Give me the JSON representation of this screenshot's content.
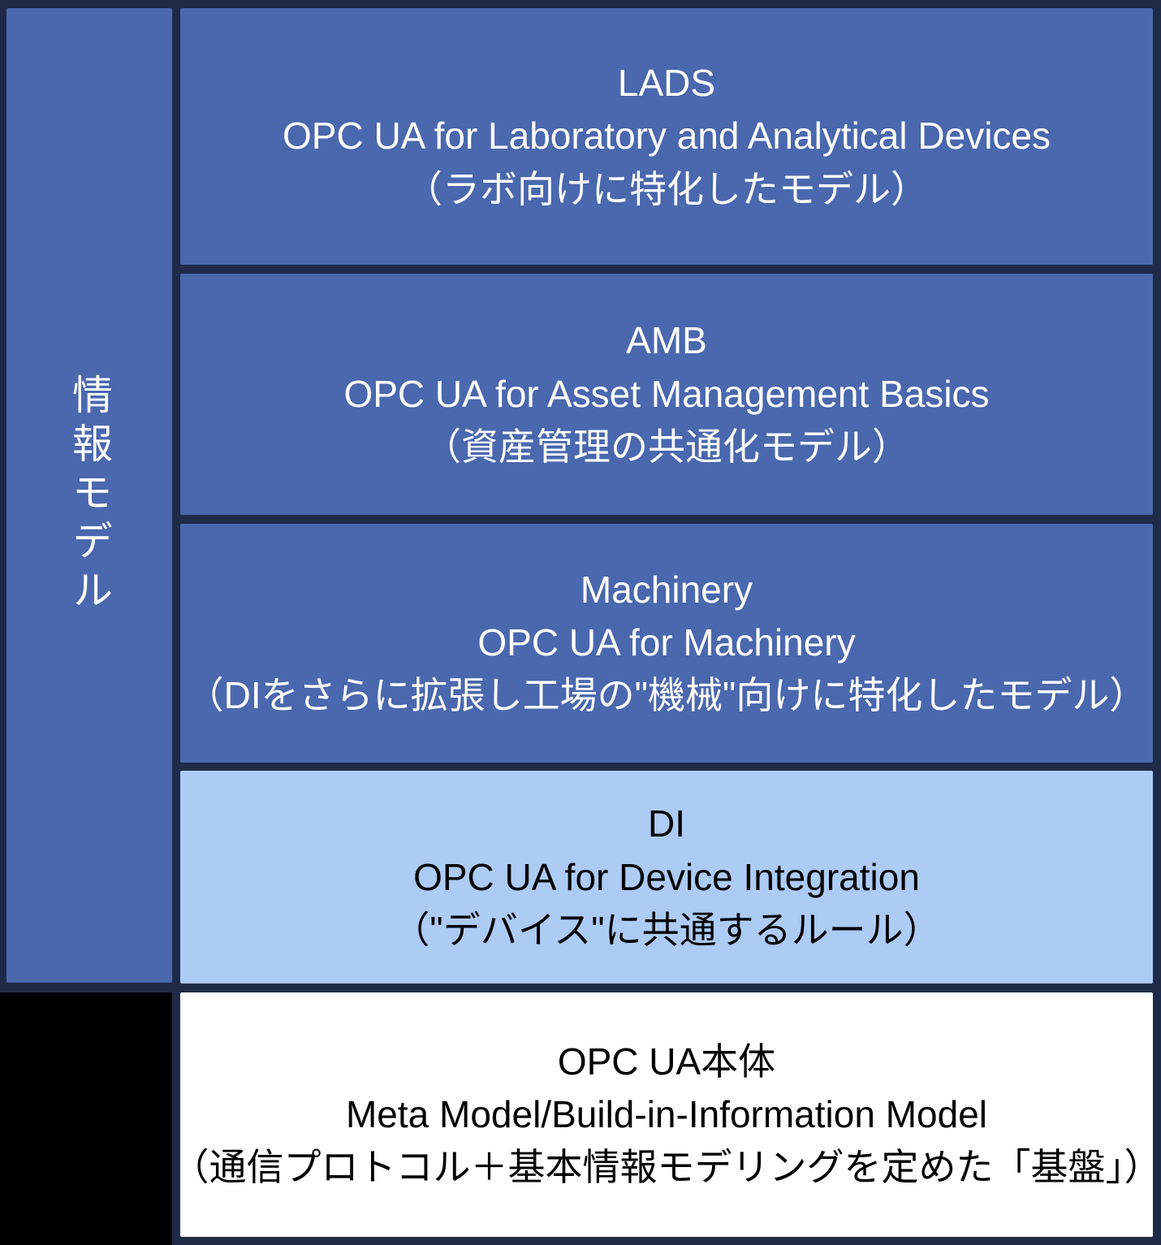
{
  "colors": {
    "canvas_background": "#000000",
    "border_navy": "#1e2a47",
    "layer_blue": "#4a68ae",
    "layer_light_blue": "#accbf5",
    "layer_white": "#ffffff",
    "text_light": "#ffffff",
    "text_dark": "#000000"
  },
  "sidebar": {
    "label": "情報モデル",
    "bg": "#4a68ae",
    "fg": "#ffffff"
  },
  "layers": [
    {
      "id": "lads",
      "title": "LADS",
      "subtitle": "OPC UA for Laboratory and Analytical Devices",
      "note": "（ラボ向けに特化したモデル）",
      "bg": "#4a68ae",
      "fg": "#ffffff"
    },
    {
      "id": "amb",
      "title": "AMB",
      "subtitle": "OPC UA for Asset Management Basics",
      "note": "（資産管理の共通化モデル）",
      "bg": "#4a68ae",
      "fg": "#ffffff"
    },
    {
      "id": "machinery",
      "title": "Machinery",
      "subtitle": "OPC UA for Machinery",
      "note": "（DIをさらに拡張し工場の\"機械\"向けに特化したモデル）",
      "bg": "#4a68ae",
      "fg": "#ffffff"
    },
    {
      "id": "di",
      "title": "DI",
      "subtitle": "OPC UA for Device Integration",
      "note": "（\"デバイス\"に共通するルール）",
      "bg": "#accbf5",
      "fg": "#000000"
    },
    {
      "id": "opcua",
      "title": "OPC UA本体",
      "subtitle": "Meta Model/Build-in-Information Model",
      "note": "（通信プロトコル＋基本情報モデリングを定めた「基盤」）",
      "bg": "#ffffff",
      "fg": "#000000"
    }
  ]
}
